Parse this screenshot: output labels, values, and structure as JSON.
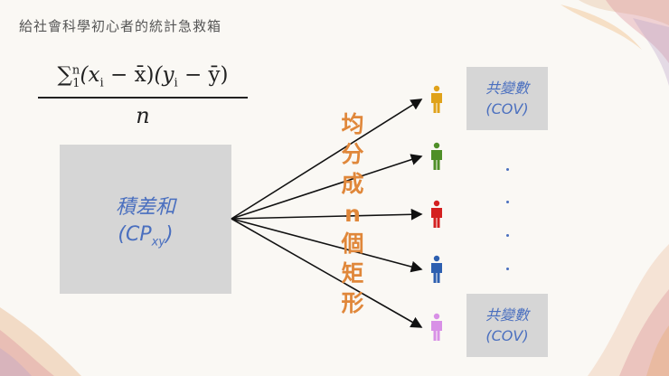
{
  "header": {
    "title": "給社會科學初心者的統計急救箱"
  },
  "formula": {
    "sum_symbol": "∑",
    "upper_limit": "n",
    "lower_limit": "1",
    "x_term": "(x",
    "x_term_tail": " − x̄)",
    "y_term": "(y",
    "y_term_tail": " − ȳ)",
    "index": "i",
    "denominator": "n"
  },
  "source_box": {
    "label_main": "積差和",
    "label_open": "(CP",
    "label_sub": "xy",
    "label_close": ")"
  },
  "split_text": [
    "均",
    "分",
    "成",
    "n",
    "個",
    "矩",
    "形"
  ],
  "person_colors": [
    "#e0a21a",
    "#4f8f28",
    "#d42020",
    "#2d5fb0",
    "#d890e6"
  ],
  "icons": [
    "person-icon-orange",
    "person-icon-green",
    "person-icon-red",
    "person-icon-blue",
    "person-icon-pink"
  ],
  "cov_top": {
    "line1": "共變數",
    "line2": "(COV)"
  },
  "cov_bottom": {
    "line1": "共變數",
    "line2": "(COV)"
  },
  "colors": {
    "accent_blue": "#4a6fbf",
    "accent_orange": "#e0873a",
    "box_gray": "#d6d6d6"
  }
}
